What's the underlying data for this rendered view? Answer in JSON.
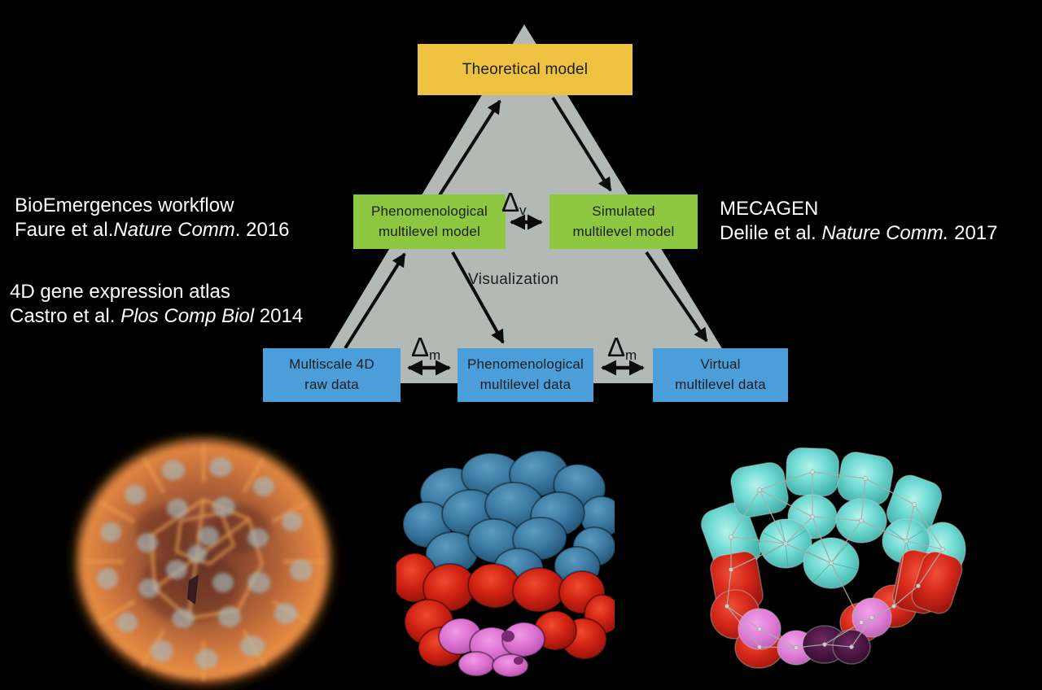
{
  "slide": {
    "background_color": "#000000",
    "triangle_color": "#b3b9b5"
  },
  "diagram": {
    "boxes": {
      "theoretical": {
        "label": "Theoretical model",
        "color": "#edc240"
      },
      "phenomenological_model": {
        "label": "Phenomenological\nmultilevel model",
        "color": "#8dc63f"
      },
      "simulated_model": {
        "label": "Simulated\nmultilevel model",
        "color": "#8dc63f"
      },
      "multiscale_raw_data": {
        "label": "Multiscale 4D\nraw data",
        "color": "#4c9edb"
      },
      "phenomenological_data": {
        "label": "Phenomenological\nmultilevel data",
        "color": "#4c9edb"
      },
      "virtual_data": {
        "label": "Virtual\nmultilevel data",
        "color": "#4c9edb"
      }
    },
    "visualization_label": "Visualization",
    "deltas": {
      "dv": {
        "symbol": "Δ",
        "subscript": "v"
      },
      "dm_left": {
        "symbol": "Δ",
        "subscript": "m"
      },
      "dm_right": {
        "symbol": "Δ",
        "subscript": "m"
      }
    }
  },
  "annotations": {
    "bioemergences": {
      "line1": "BioEmergences workflow",
      "line2_prefix": "Faure et al.",
      "line2_journal": "Nature Comm",
      "line2_suffix": ". 2016"
    },
    "atlas": {
      "line1": "4D gene expression atlas",
      "line2_prefix": "Castro et al. ",
      "line2_journal": "Plos Comp Biol",
      "line2_suffix": " 2014"
    },
    "mecagen": {
      "line1": "MECAGEN",
      "line2_prefix": "Delile et al. ",
      "line2_journal": "Nature Comm.",
      "line2_suffix": " 2017"
    }
  },
  "images": {
    "left": {
      "name": "confocal-microscopy-embryo-image"
    },
    "middle": {
      "name": "segmented-embryo-3d-rendering"
    },
    "right": {
      "name": "simulated-embryo-mesh-rendering"
    }
  }
}
